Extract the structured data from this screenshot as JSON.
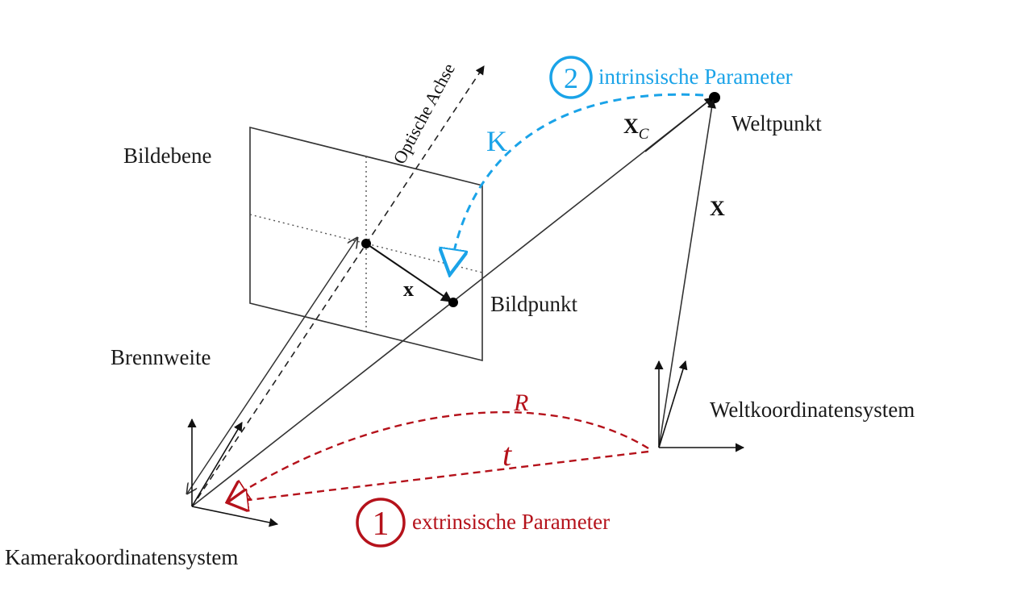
{
  "labels": {
    "optical_axis": "Optische Achse",
    "image_plane": "Bildebene",
    "image_point": "Bildpunkt",
    "world_point": "Weltpunkt",
    "focal_length": "Brennweite",
    "camera_cs": "Kamerakoordinatensystem",
    "world_cs": "Weltkoordinatensystem",
    "vec_x": "x",
    "vec_X": "X",
    "vec_Xc_main": "X",
    "vec_Xc_sub": "C",
    "K": "K",
    "R": "R",
    "t": "t"
  },
  "intrinsic": {
    "number": "2",
    "label": "intrinsische Parameter"
  },
  "extrinsic": {
    "number": "1",
    "label": "extrinsische Parameter"
  },
  "colors": {
    "intrinsic": "#1aa3e8",
    "extrinsic": "#b5121b",
    "line": "#333333",
    "text": "#1a1a1a"
  }
}
